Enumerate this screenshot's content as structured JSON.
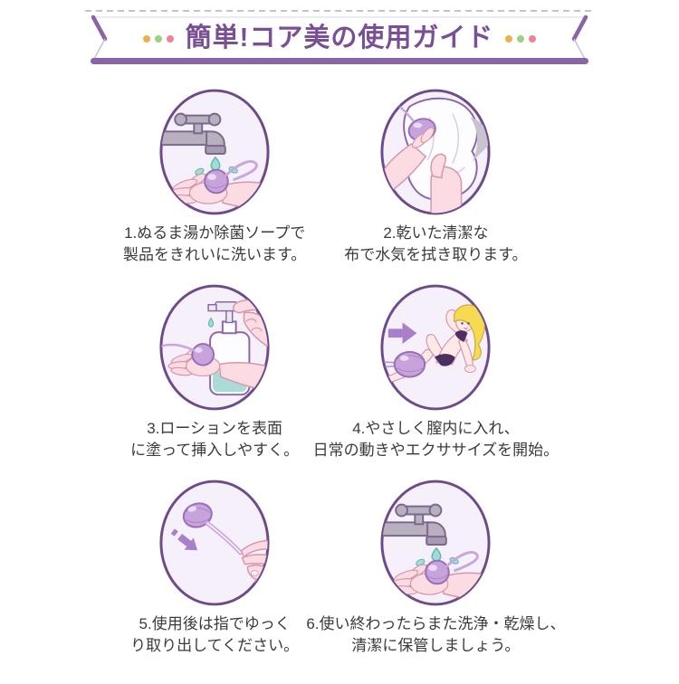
{
  "banner": {
    "title": "簡単!コア美の使用ガイド",
    "decoration": "triple-dots",
    "dot_colors": [
      "#ecae4e",
      "#96d383",
      "#f08296"
    ],
    "dot_styles": [
      "background:#ecae4e",
      "background:#96d383",
      "background:#f08296"
    ]
  },
  "steps": [
    {
      "number": 1,
      "illustration": "wash-under-faucet",
      "caption_lines": [
        "1.ぬるま湯か除菌ソープで",
        "製品をきれいに洗います。"
      ]
    },
    {
      "number": 2,
      "illustration": "dry-with-clean-cloth",
      "caption_lines": [
        "2.乾いた清潔な",
        "布で水気を拭き取ります。"
      ]
    },
    {
      "number": 3,
      "illustration": "apply-lotion",
      "caption_lines": [
        "3.ローションを表面",
        "に塗って挿入しやすく。"
      ]
    },
    {
      "number": 4,
      "illustration": "insert-and-exercise",
      "caption_lines": [
        "4.やさしく膣内に入れ、",
        "日常の動きやエクササイズを開始。"
      ]
    },
    {
      "number": 5,
      "illustration": "remove-slowly-with-finger",
      "caption_lines": [
        "5.使用後は指でゆっく",
        "り取り出してください。"
      ]
    },
    {
      "number": 6,
      "illustration": "wash-dry-and-store",
      "caption_lines": [
        "6.使い終わったらまた洗浄・乾燥し、",
        "清潔に保管しましょう。"
      ]
    }
  ],
  "palette": {
    "banner_purple": "#8a63a8",
    "title_purple": "#7a4f96",
    "oval_border": "#6d4b8a",
    "oval_fill": "#f6f0fa",
    "product_purple": "#c7a3dc",
    "product_outline": "#9a6cb8",
    "skin_pink": "#fbdce2",
    "skin_light": "#fde9e6",
    "skin_outline": "#d795ae",
    "water_teal": "#a4dbd7",
    "water_outline": "#5cb9b1",
    "arrow_purple": "#a87fc9",
    "hair_yellow": "#f6da52",
    "bikini_purple": "#4c2e60",
    "faucet_gray": "#b8b0be",
    "caption_text": "#3b3b3b"
  }
}
